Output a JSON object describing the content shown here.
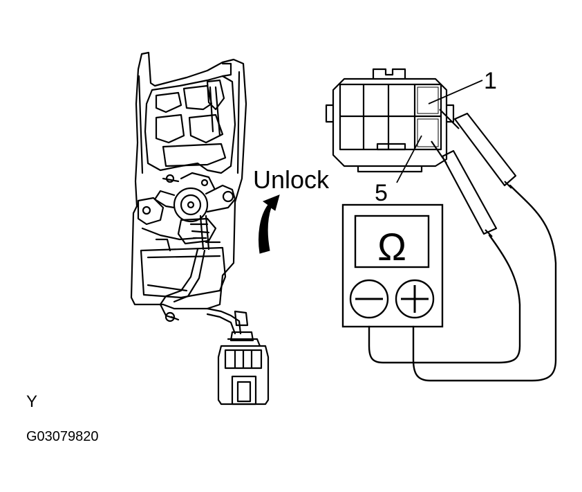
{
  "labels": {
    "direction": "Unlock",
    "terminal_a": "1",
    "terminal_b": "5",
    "meter_symbol": "Ω",
    "view_code": "Y",
    "figure_code": "G03079820"
  },
  "icons": {
    "negative_terminal": "minus-icon",
    "positive_terminal": "plus-icon",
    "rotation_arrow": "curved-arrow-up-icon"
  },
  "colors": {
    "ink": "#000000",
    "paper": "#ffffff"
  }
}
